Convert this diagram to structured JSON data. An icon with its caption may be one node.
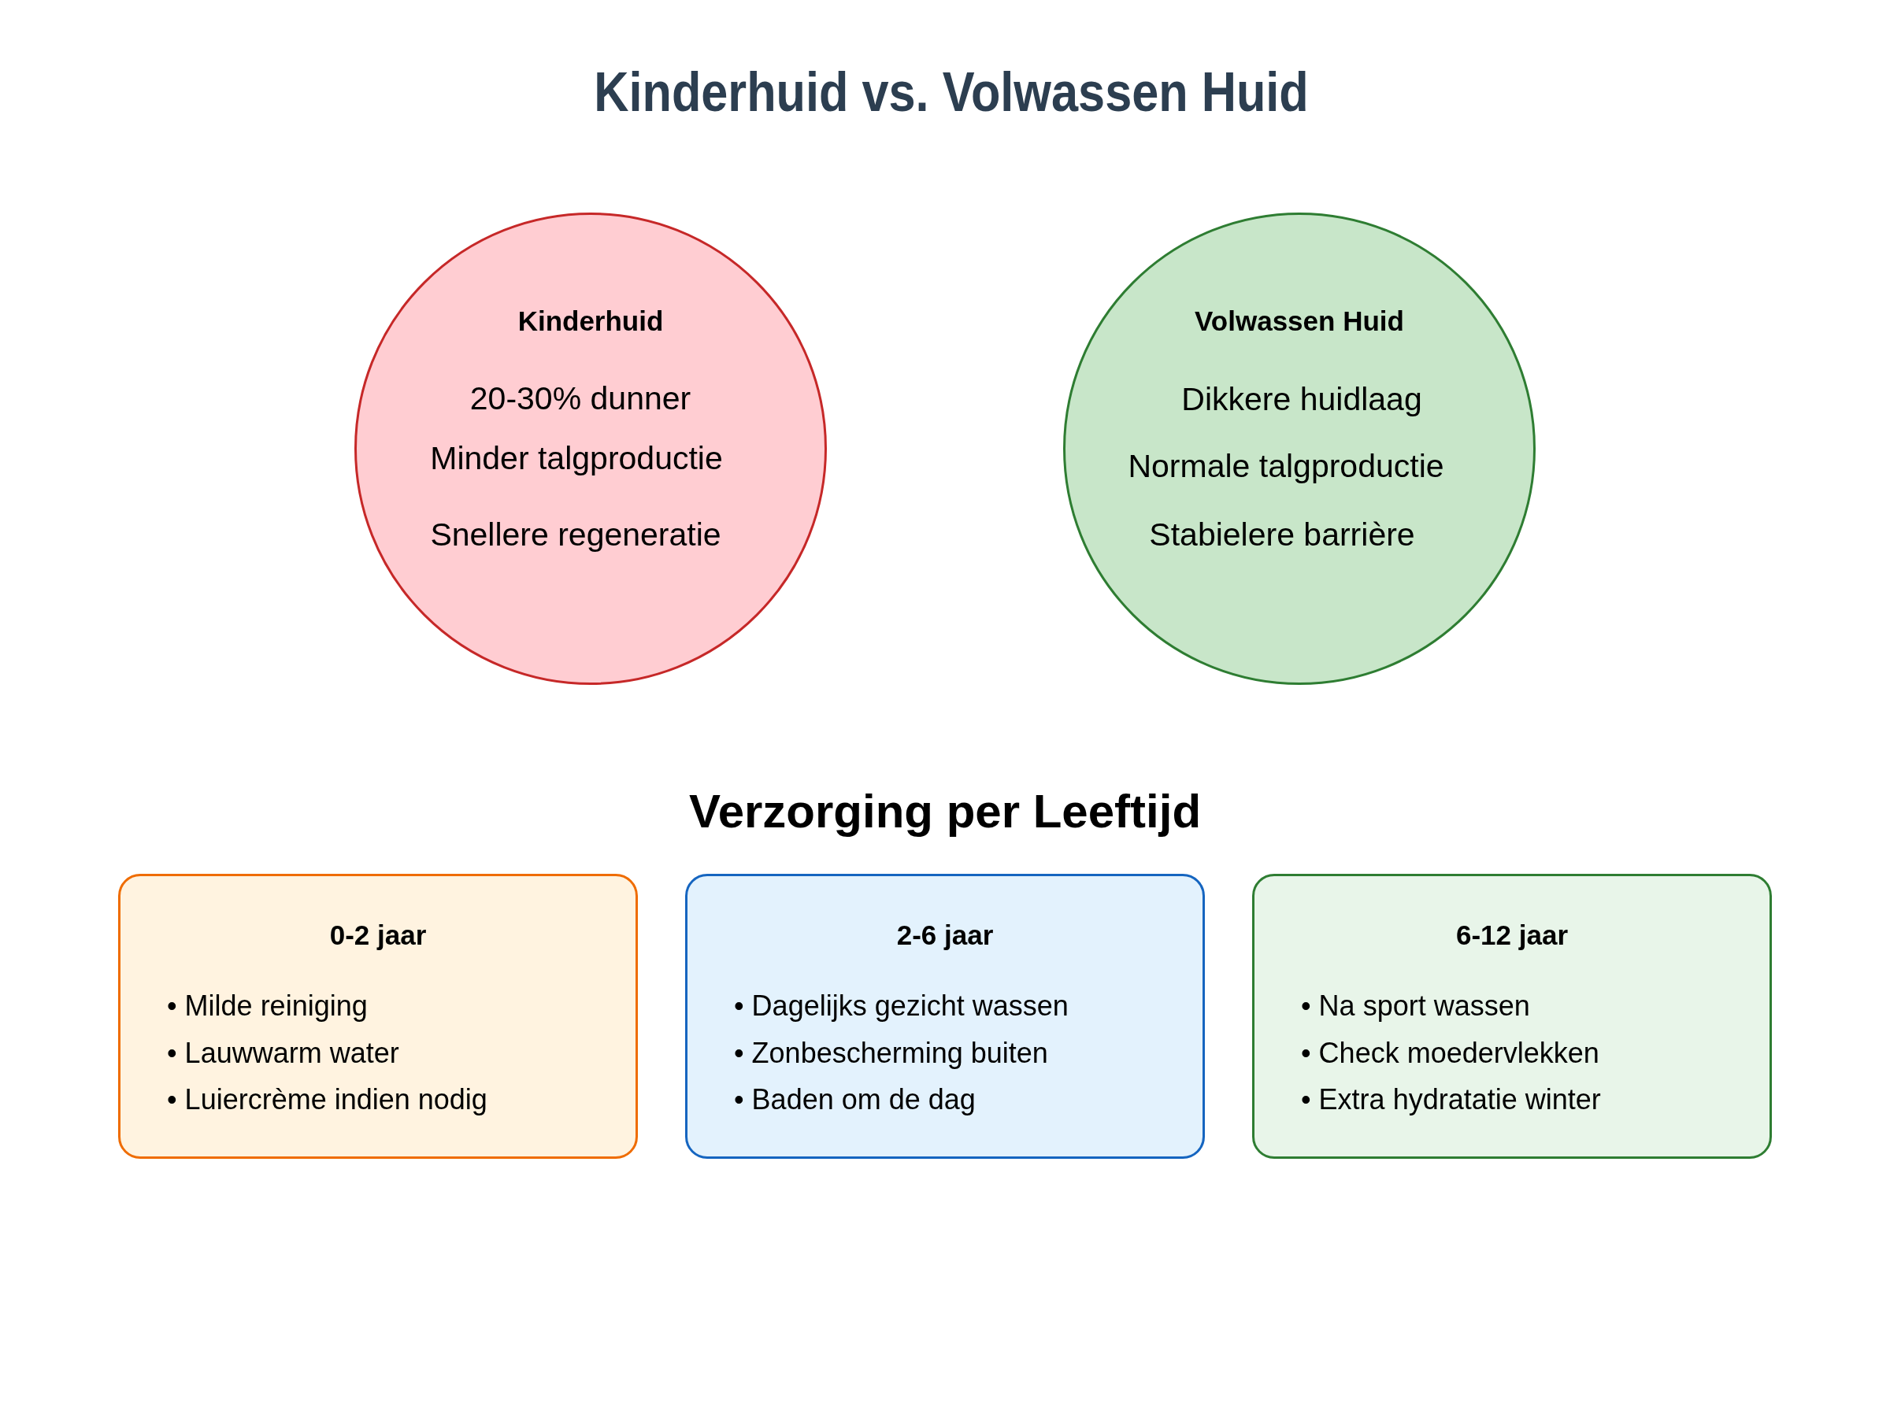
{
  "diagram": {
    "title": "Kinderhuid vs. Volwassen Huid",
    "nodes": [
      {
        "text": [
          "Kinderhuid",
          "20-30% dunner",
          "Minder talgproductie",
          "Snellere regeneratie"
        ]
      },
      {
        "text": [
          "Volwassen Huid",
          "Dikkere huidlaag",
          "Normale talgproductie",
          "Stabielere barrière"
        ]
      },
      {
        "text": [
          "0-2 jaar",
          "• Milde reiniging",
          "• Lauwwarm water",
          "• Luiercrème indien nodig"
        ]
      },
      {
        "text": [
          "2-6 jaar",
          "• Dagelijks gezicht wassen",
          "• Zonbescherming buiten",
          "• Baden om de dag"
        ]
      },
      {
        "text": [
          "6-12 jaar",
          "• Na sport wassen",
          "• Check moedervlekken",
          "• Extra hydratatie winter"
        ]
      }
    ],
    "labels": [
      "Verzorging per Leeftijd"
    ]
  }
}
